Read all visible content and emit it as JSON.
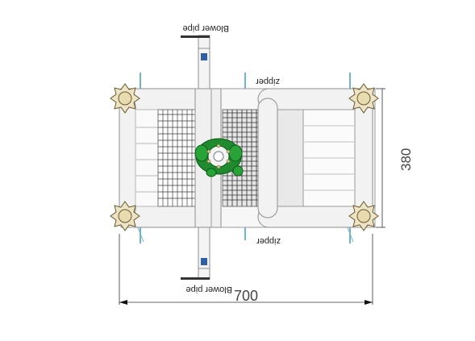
{
  "labels": {
    "blower_pipe_top": "Blower pipe",
    "blower_pipe_bottom": "Blower pipe",
    "zipper_top": "zipper",
    "zipper_bottom": "zipper"
  },
  "dimensions": {
    "width": "700",
    "height": "380"
  },
  "colors": {
    "tube": "#f2f2f2",
    "tube_edge": "#8f8f8f",
    "mesh": "#3a3a3a",
    "pole": "#6fb7c8",
    "anchor_ring": "#d9c79a",
    "figure_green": "#1f8a2e",
    "pipe_blue": "#2e5fa8",
    "dim_line": "#333333"
  }
}
